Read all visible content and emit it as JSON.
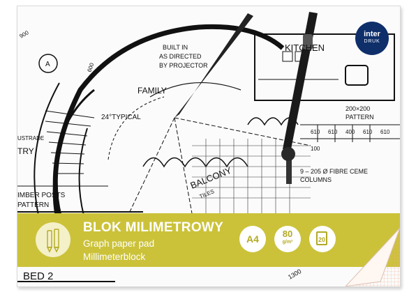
{
  "band": {
    "title": "BLOK MILIMETROWY",
    "subtitle_en": "Graph paper pad",
    "subtitle_de": "Millimeterblock"
  },
  "badges": {
    "format": "A4",
    "weight_value": "80",
    "weight_unit": "g/m²",
    "sheets": "20"
  },
  "logo": {
    "line1": "inter",
    "line2": "DRUK"
  },
  "drawing_labels": {
    "kitchen": "KITCHEN",
    "built_in_1": "BUILT IN",
    "built_in_2": "AS DIRECTED",
    "built_in_3": "BY PROJECTOR",
    "family": "FAMILY",
    "typical": "24°TYPICAL",
    "pattern_200": "200×200",
    "pattern_word": "PATTERN",
    "dims": [
      "610",
      "610",
      "400",
      "610",
      "610"
    ],
    "dim_100": "100",
    "fibre_1": "9 – 205 Ø FIBRE CEME",
    "fibre_2": "COLUMNS",
    "balcony": "BALCONY",
    "tiles": "TILES",
    "timber_1": "IMBER POSTS",
    "timber_2": "PATTERN",
    "try": "TRY",
    "ustrade": "USTRADE",
    "bed": "BED 2",
    "circle_a": "A",
    "dim_1300": "1300",
    "dim_900": "900",
    "dim_600": "600"
  },
  "colors": {
    "band": "#cbc23a",
    "logo": "#0f2f6b",
    "grid": "#f0a88c"
  }
}
